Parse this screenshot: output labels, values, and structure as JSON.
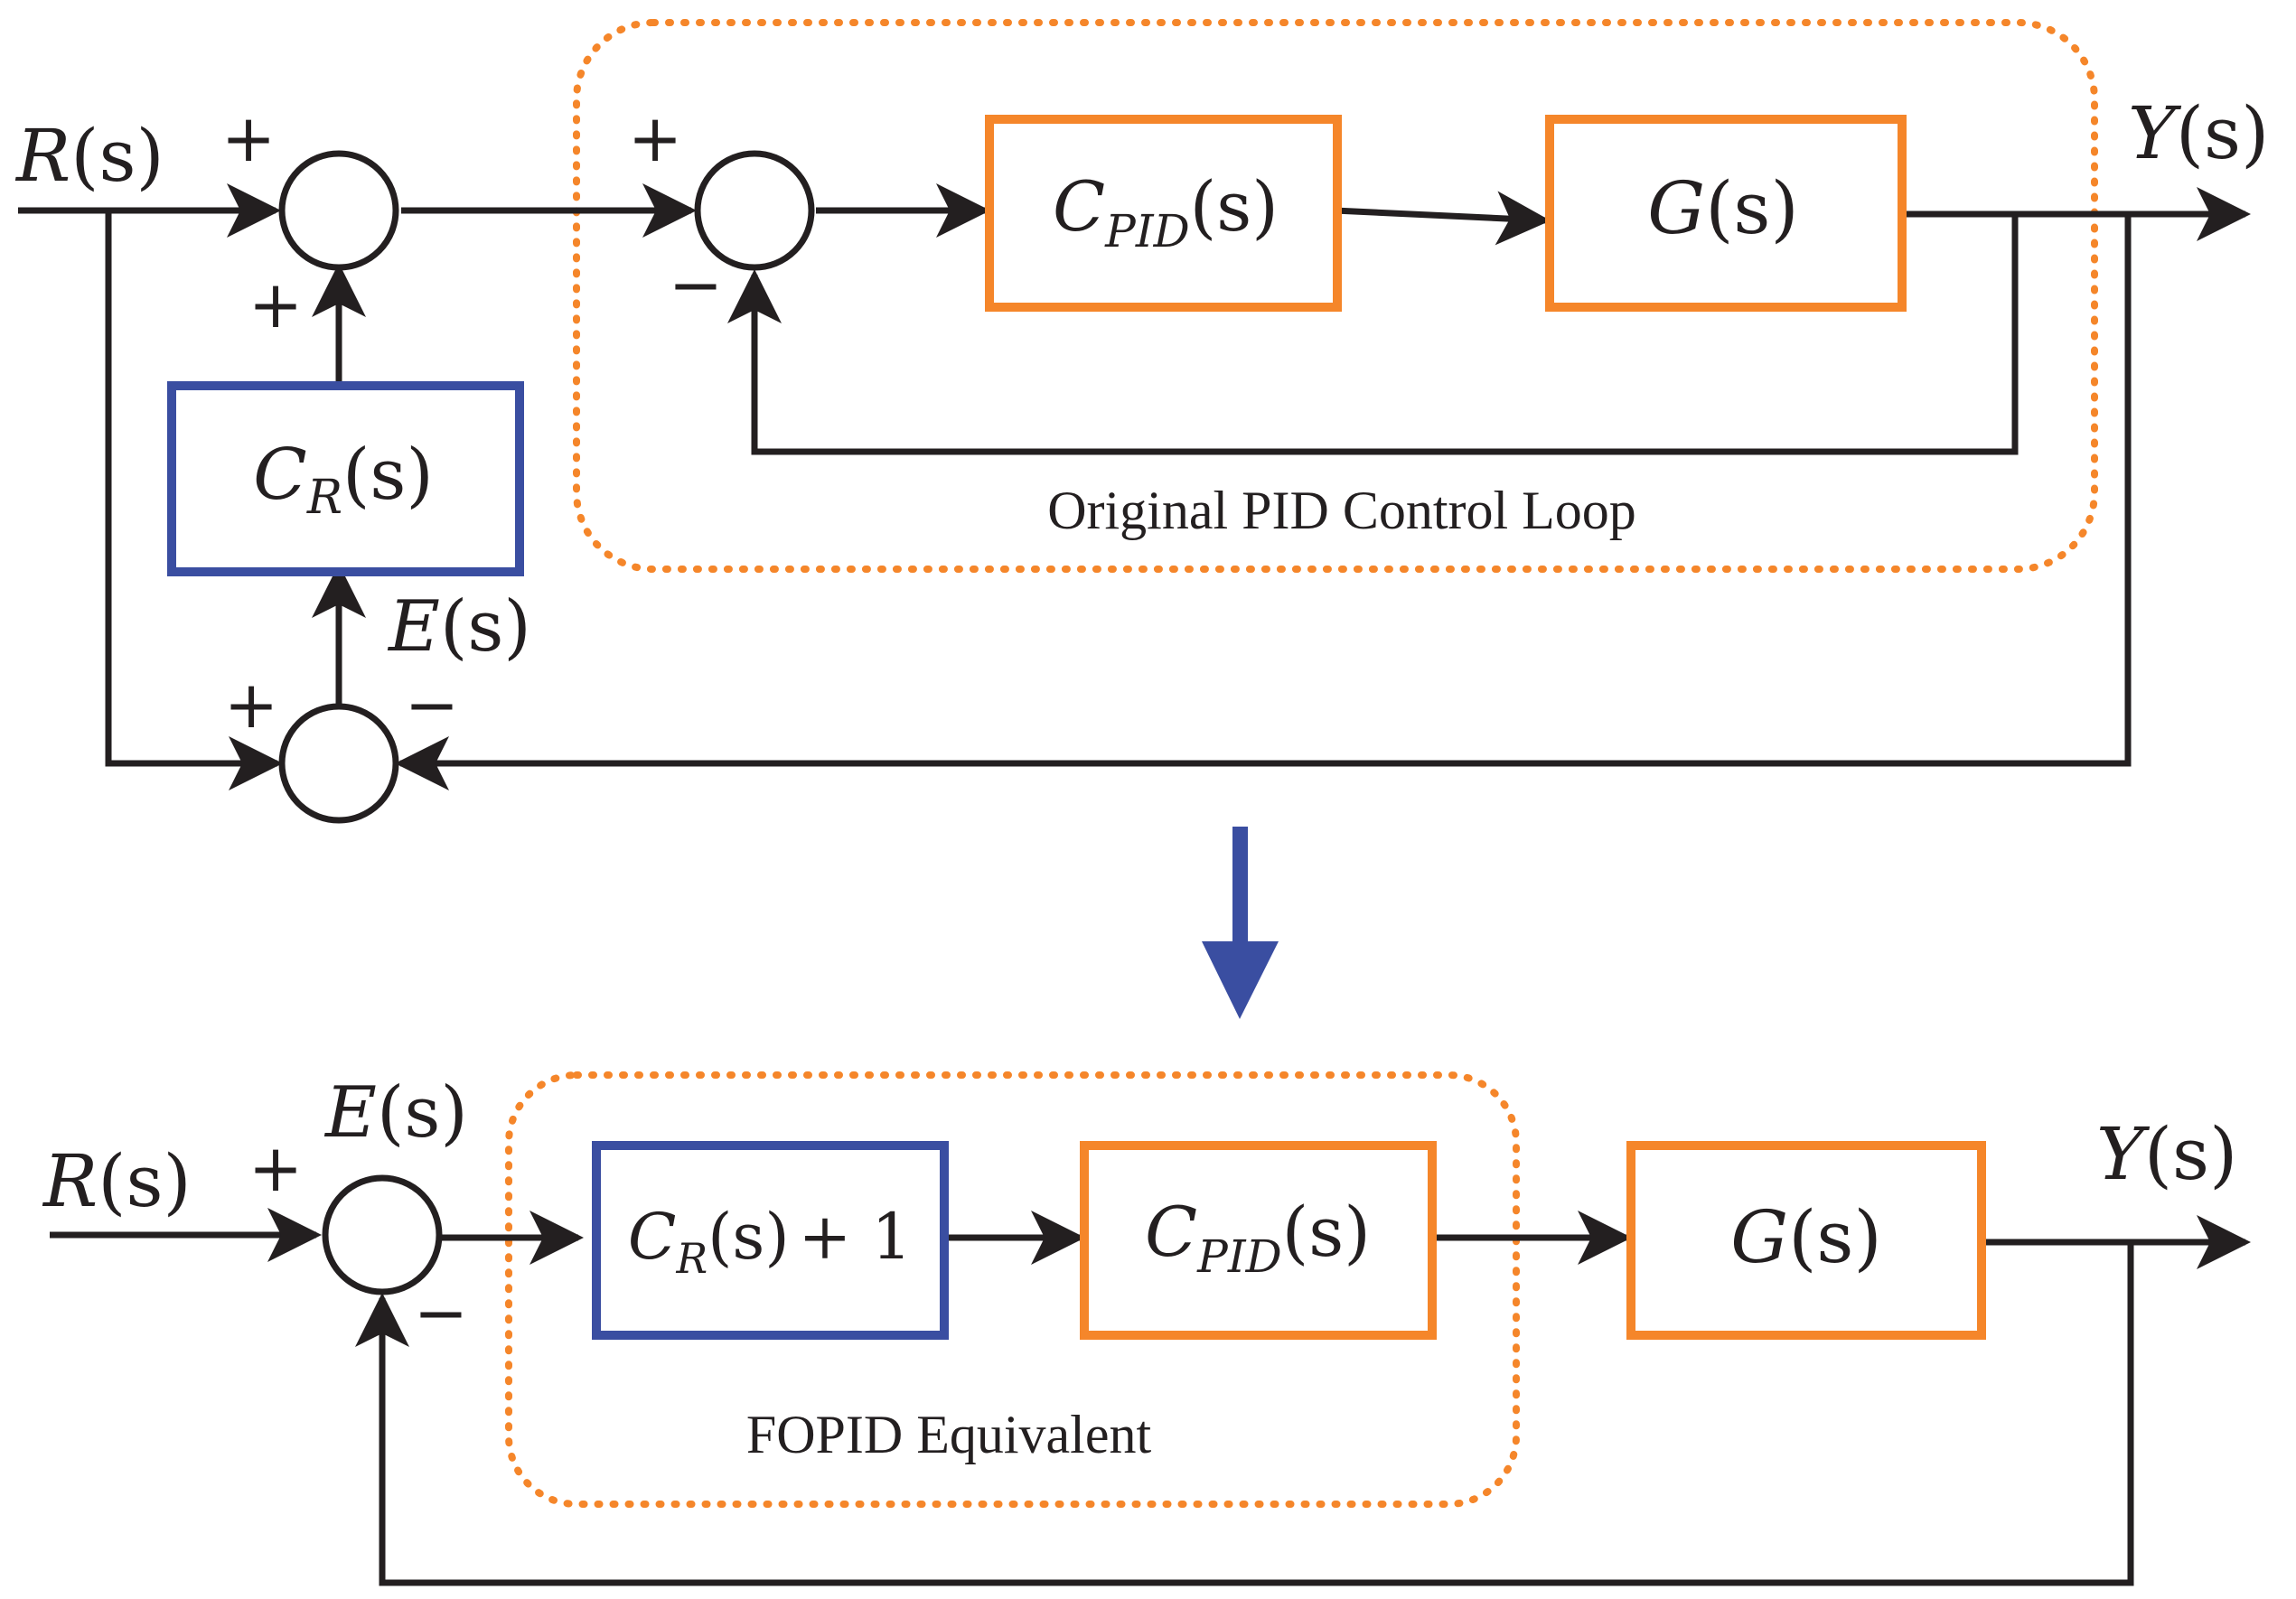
{
  "colors": {
    "ink": "#231f20",
    "orange": "#f5862a",
    "blue": "#3a4ea1"
  },
  "top": {
    "input_base": "R",
    "output_base": "Y",
    "error_base": "E",
    "arg": "(s)",
    "pid_base": "C",
    "pid_sub": "PID",
    "plant_base": "G",
    "cr_base": "C",
    "cr_sub": "R",
    "caption": "Original PID Control Loop",
    "signs": {
      "plus": "+",
      "minus": "−"
    }
  },
  "bottom": {
    "input_base": "R",
    "output_base": "Y",
    "error_base": "E",
    "arg": "(s)",
    "cr_base": "C",
    "cr_sub": "R",
    "cr_plus_one": "+ 1",
    "pid_base": "C",
    "pid_sub": "PID",
    "plant_base": "G",
    "caption": "FOPID Equivalent",
    "signs": {
      "plus": "+",
      "minus": "−"
    }
  }
}
